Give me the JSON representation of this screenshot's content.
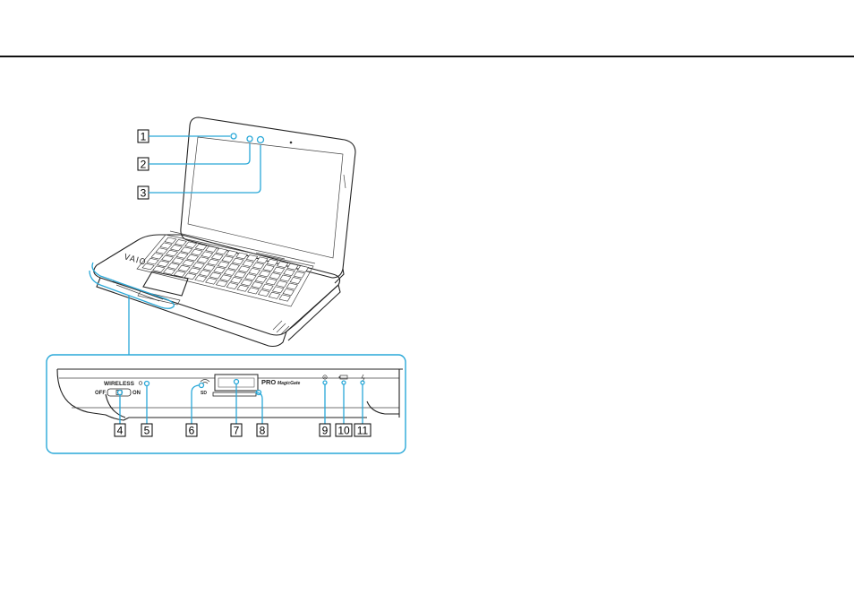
{
  "figure": {
    "laptop_brand": "VAIO",
    "callouts": [
      "1",
      "2",
      "3",
      "4",
      "5",
      "6",
      "7",
      "8",
      "9",
      "10",
      "11"
    ],
    "panel_text": {
      "wireless": "WIRELESS",
      "off": "OFF",
      "on": "ON",
      "pro": "PRO",
      "magicgate": "MagicGate",
      "sd": "SD"
    }
  },
  "colors": {
    "leader": "#29a8d8",
    "rule": "#111111"
  },
  "icons": [
    "wifi-icon",
    "disk-drive-icon",
    "battery-icon",
    "charge-icon"
  ]
}
